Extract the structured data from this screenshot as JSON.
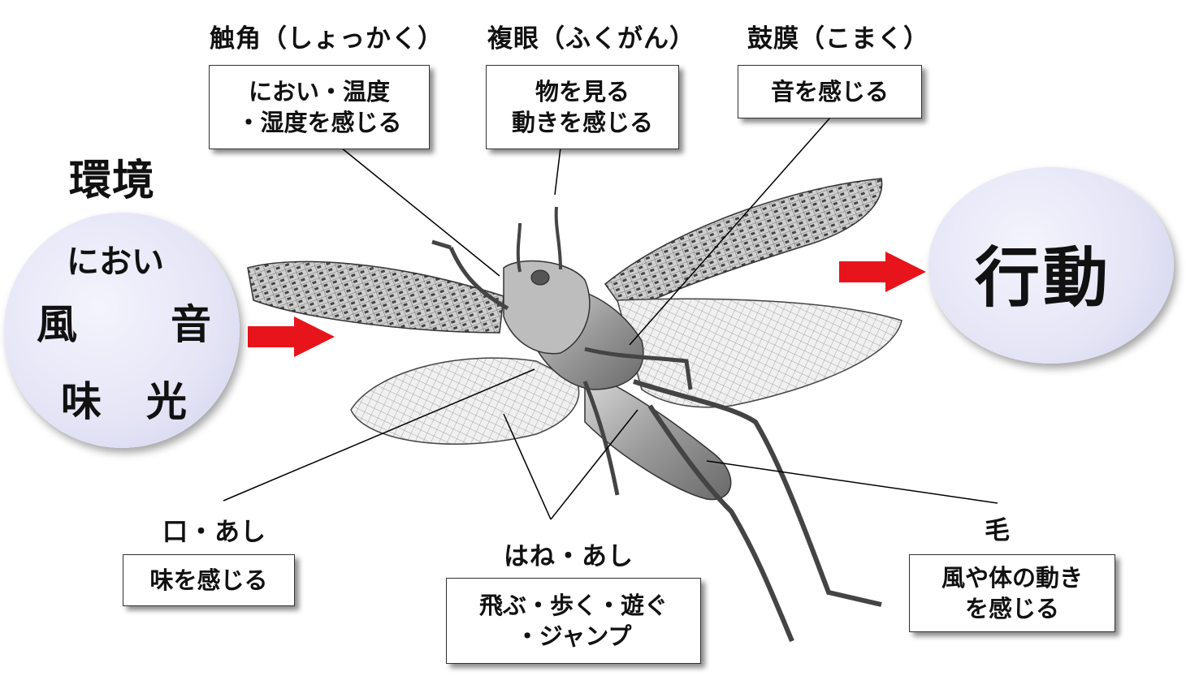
{
  "labels": {
    "antenna": "触角（しょっかく）",
    "compound_eye": "複眼（ふくがん）",
    "tympanum": "鼓膜（こまく）",
    "mouth_legs": "口・あし",
    "wings_legs": "はね・あし",
    "hair": "毛"
  },
  "boxes": {
    "antenna": [
      "におい・温度",
      "・湿度を感じる"
    ],
    "compound_eye": [
      "物を見る",
      "動きを感じる"
    ],
    "tympanum": [
      "音を感じる"
    ],
    "mouth_legs": [
      "味を感じる"
    ],
    "wings_legs": [
      "飛ぶ・歩く・遊ぐ",
      "・ジャンプ"
    ],
    "hair": [
      "風や体の動き",
      "を感じる"
    ]
  },
  "environment": {
    "title": "環境",
    "smell": "におい",
    "wind": "風",
    "sound": "音",
    "taste": "味",
    "light": "光"
  },
  "behavior": "行動",
  "colors": {
    "arrow": "#e8141c",
    "circle_fill": "#e4e4f6",
    "line": "#000000"
  },
  "icons": [
    "insect-illustration",
    "right-arrow-icon"
  ]
}
